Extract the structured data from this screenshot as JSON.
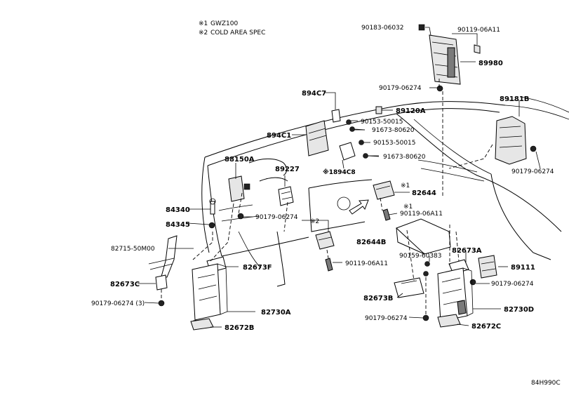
{
  "notes": [
    {
      "mark": "※1",
      "text": "GWZ100"
    },
    {
      "mark": "※2",
      "text": "COLD AREA SPEC"
    }
  ],
  "labels": {
    "p90183_06032": "90183-06032",
    "p90119_06A11_top": "90119-06A11",
    "p89980": "89980",
    "p90179_06274_a": "90179-06274",
    "p894C7": "894C7",
    "p89120A": "89120A",
    "p90153_50015_a": "90153-50015",
    "p91673_80620_a": "91673-80620",
    "p894C1": "894C1",
    "p90153_50015_b": "90153-50015",
    "p91673_80620_b": "91673-80620",
    "p89181B": "89181B",
    "p90179_06274_b": "90179-06274",
    "p894C8": "※1894C8",
    "p88150A": "88150A",
    "p89227": "89227",
    "p82644_mark": "※1",
    "p82644": "82644",
    "p84340": "84340",
    "p90179_06274_c": "90179-06274",
    "p90119_06A11_mark": "※1",
    "p90119_06A11_mid": "90119-06A11",
    "p84345": "84345",
    "p82644B_mark": "※2",
    "p82644B": "82644B",
    "p82715": "82715-50M00",
    "p90159_60383": "90159-60383",
    "p82673A": "82673A",
    "p89111": "89111",
    "p82673F": "82673F",
    "p90119_06A11_low": "90119-06A11",
    "p82673C": "82673C",
    "p90179_06274_d": "90179-06274",
    "p82673B": "82673B",
    "p90179_06274_e": "90179-06274 (3)",
    "p82730A": "82730A",
    "p82730D": "82730D",
    "p90179_06274_f": "90179-06274",
    "p82672B": "82672B",
    "p82672C": "82672C"
  },
  "footer_code": "84H990C"
}
